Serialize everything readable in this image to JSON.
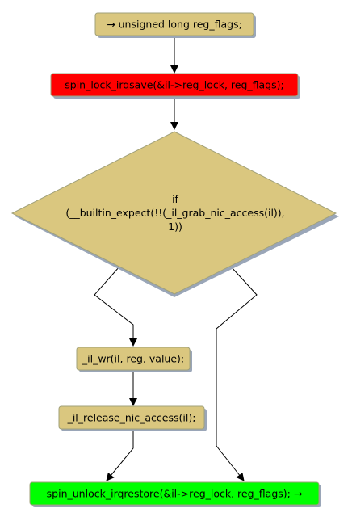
{
  "flowchart": {
    "nodes": {
      "start": {
        "text": "→ unsigned long reg_flags;",
        "fill": "#dac77f"
      },
      "lock": {
        "text": "spin_lock_irqsave(&il->reg_lock, reg_flags);",
        "fill": "#ff0000"
      },
      "decision": {
        "lines": [
          "if",
          "(__builtin_expect(!!(_il_grab_nic_access(il)),",
          "1))"
        ],
        "fill": "#dac77f"
      },
      "write": {
        "text": "_il_wr(il, reg, value);",
        "fill": "#dac77f"
      },
      "release": {
        "text": "_il_release_nic_access(il);",
        "fill": "#dac77f"
      },
      "unlock": {
        "text": "spin_unlock_irqrestore(&il->reg_lock, reg_flags); →",
        "fill": "#00ff00"
      }
    },
    "colors": {
      "border": "#a0a07a",
      "shadow": "#9aa6b8",
      "edge": "#000000",
      "background": "#ffffff"
    }
  }
}
